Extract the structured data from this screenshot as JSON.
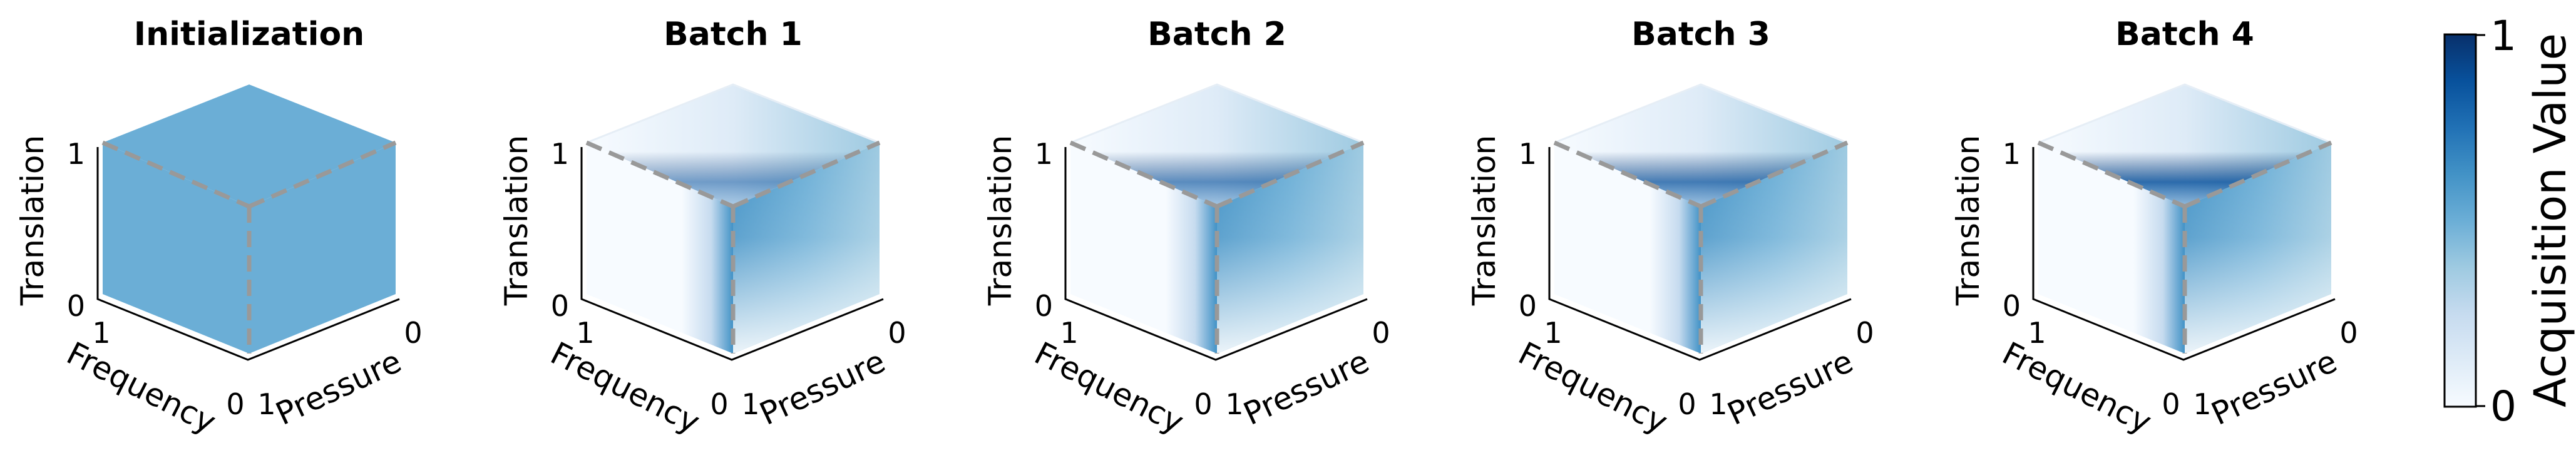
{
  "chart_data": {
    "type": "heatmap",
    "panels": [
      {
        "title": "Initialization",
        "uniform": true
      },
      {
        "title": "Batch 1"
      },
      {
        "title": "Batch 2"
      },
      {
        "title": "Batch 3"
      },
      {
        "title": "Batch 4"
      }
    ],
    "axes": {
      "vertical": {
        "label": "Translation",
        "ticks": [
          "0",
          "1"
        ],
        "range": [
          0,
          1
        ]
      },
      "left_depth": {
        "label": "Frequency",
        "ticks": [
          "1",
          "0"
        ],
        "range": [
          0,
          1
        ]
      },
      "right_depth": {
        "label": "Pressure",
        "ticks": [
          "1",
          "0"
        ],
        "range": [
          0,
          1
        ]
      }
    },
    "colorbar": {
      "label": "Acquisition Value",
      "ticks": [
        "0",
        "1"
      ],
      "range": [
        0,
        1
      ],
      "colormap": "Blues",
      "colors": [
        "#f7fbff",
        "#deebf7",
        "#c6dbef",
        "#9ecae1",
        "#6baed6",
        "#4292c6",
        "#2171b5",
        "#08519c",
        "#08306b"
      ]
    },
    "dashed_edge_color": "#999999",
    "uniform_face_color": "#6baed6"
  }
}
